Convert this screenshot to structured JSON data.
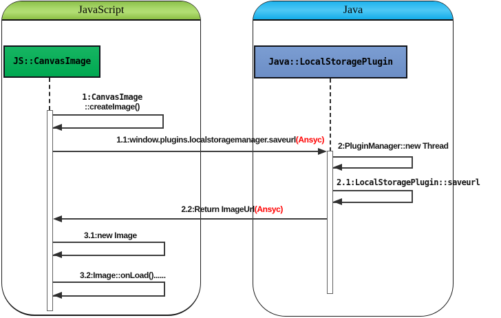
{
  "diagram": {
    "type": "uml-sequence-diagram",
    "frames": {
      "javascript": {
        "label": "JavaScript",
        "header_color": "#a5d45f"
      },
      "java": {
        "label": "Java",
        "header_color": "#29bcf2"
      }
    },
    "lifelines": {
      "canvas_image": {
        "label": "JS::CanvasImage",
        "fill_color": "#00af58"
      },
      "local_storage_plugin": {
        "label": "Java::LocalStoragePlugin",
        "fill_color": "#7496cb"
      }
    },
    "messages": {
      "m1": {
        "line1": "1:CanvasImage",
        "line2": "::createImage()"
      },
      "m1_1": {
        "text": "1.1:window.plugins.localstoragemanager.saveurl",
        "async_tag": "(Ansyc)"
      },
      "m2": {
        "text": "2:PluginManager::new Thread"
      },
      "m2_1": {
        "text": "2.1:LocalStoragePlugin::saveurl"
      },
      "m2_2": {
        "text": "2.2:Return ImageUrl",
        "async_tag": "(Ansyc)"
      },
      "m3_1": {
        "text": "3.1:new Image"
      },
      "m3_2": {
        "text": "3.2:Image::onLoad()......"
      }
    },
    "colors": {
      "async_tag": "#ff0000",
      "arrow": "#3d3d3d",
      "frame_border": "#1b1b1b"
    }
  }
}
